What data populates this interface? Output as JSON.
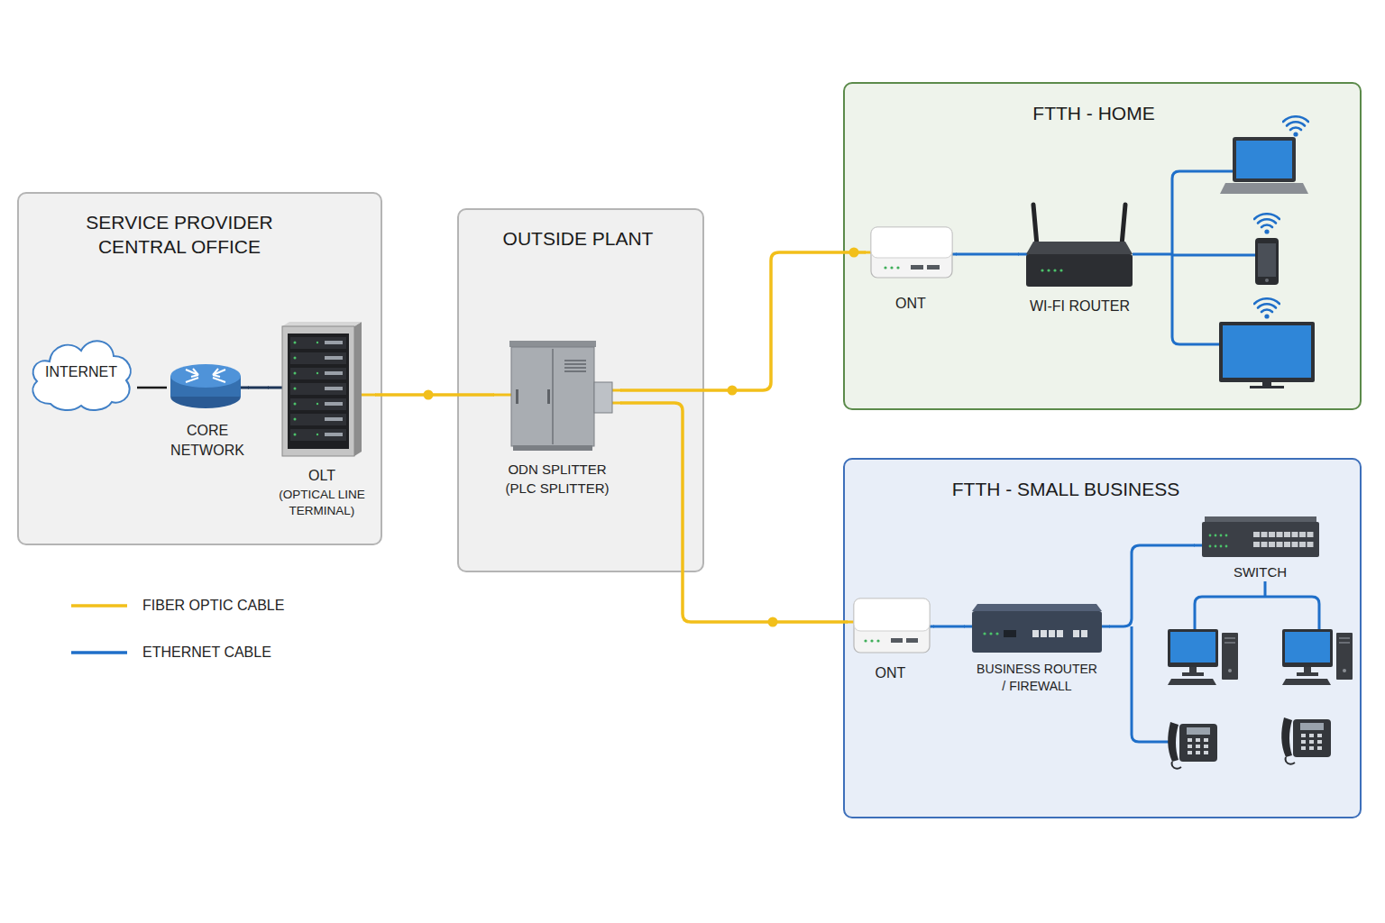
{
  "diagram": {
    "nodes": [
      {
        "text": [
          "SERVICE PROVIDER CENTRAL OFFICE"
        ]
      },
      {
        "text": [
          "INTERNET"
        ],
        "in": 0
      },
      {
        "text": [
          "CORE NETWORK"
        ],
        "in": 0
      },
      {
        "text": [
          "OLT",
          "(OPTICAL LINE TERMINAL)"
        ],
        "in": 0
      },
      {
        "text": [
          "OUTSIDE PLANT"
        ]
      },
      {
        "text": [
          "ODN SPLITTER (PLC SPLITTER)"
        ],
        "in": 4
      },
      {
        "text": [
          "FTTH - HOME"
        ]
      },
      {
        "text": [
          "ONT"
        ],
        "in": 6
      },
      {
        "text": [
          "WI-FI ROUTER"
        ],
        "in": 6
      },
      {
        "text": [
          "FTTH - SMALL BUSINESS"
        ]
      },
      {
        "text": [
          "ONT"
        ],
        "in": 9
      },
      {
        "text": [
          "BUSINESS ROUTER / FIREWALL"
        ],
        "in": 9
      },
      {
        "text": [
          "SWITCH"
        ],
        "in": 9
      }
    ],
    "edges": [
      {
        "from": 1,
        "to": 2,
        "arrow": "none"
      },
      {
        "from": 2,
        "to": 3,
        "arrow": "none"
      },
      {
        "from": 3,
        "to": 5,
        "arrow": "none"
      },
      {
        "from": 5,
        "to": 7,
        "arrow": "none"
      },
      {
        "from": 7,
        "to": 8,
        "arrow": "none"
      },
      {
        "from": 5,
        "to": 10,
        "arrow": "none"
      },
      {
        "from": 10,
        "to": 11,
        "arrow": "none"
      },
      {
        "from": 11,
        "to": 12,
        "arrow": "none"
      }
    ],
    "legend": [
      {
        "text": "FIBER OPTIC CABLE"
      },
      {
        "text": "ETHERNET CABLE"
      }
    ]
  }
}
